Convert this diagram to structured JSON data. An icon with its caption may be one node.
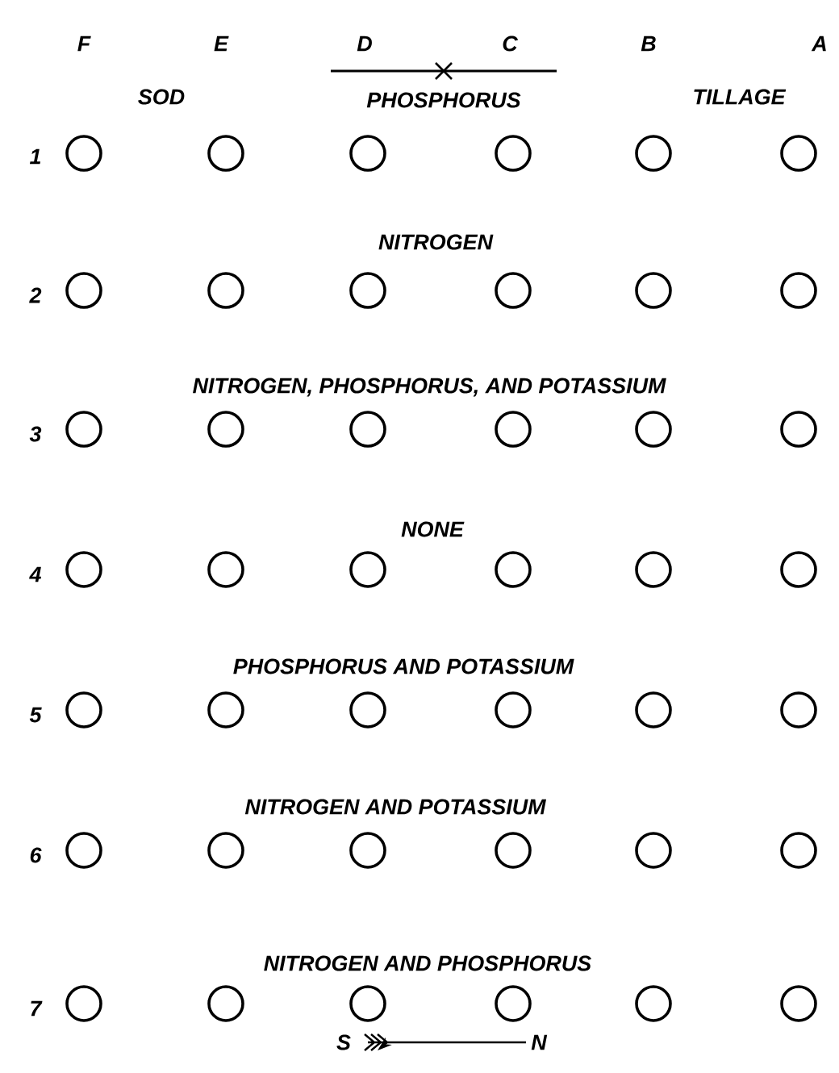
{
  "diagram": {
    "nodes": [
      {
        "text": [],
        "shape": "circle"
      },
      {
        "text": [],
        "shape": "circle"
      },
      {
        "text": [],
        "shape": "circle"
      },
      {
        "text": [],
        "shape": "circle"
      },
      {
        "text": [],
        "shape": "circle"
      },
      {
        "text": [],
        "shape": "circle"
      },
      {
        "text": [],
        "shape": "circle"
      },
      {
        "text": [],
        "shape": "circle"
      },
      {
        "text": [],
        "shape": "circle"
      },
      {
        "text": [],
        "shape": "circle"
      },
      {
        "text": [],
        "shape": "circle"
      },
      {
        "text": [],
        "shape": "circle"
      },
      {
        "text": [],
        "shape": "circle"
      },
      {
        "text": [],
        "shape": "circle"
      },
      {
        "text": [],
        "shape": "circle"
      },
      {
        "text": [],
        "shape": "circle"
      },
      {
        "text": [],
        "shape": "circle"
      },
      {
        "text": [],
        "shape": "circle"
      },
      {
        "text": [],
        "shape": "circle"
      },
      {
        "text": [],
        "shape": "circle"
      },
      {
        "text": [],
        "shape": "circle"
      },
      {
        "text": [],
        "shape": "circle"
      },
      {
        "text": [],
        "shape": "circle"
      },
      {
        "text": [],
        "shape": "circle"
      },
      {
        "text": [],
        "shape": "circle"
      },
      {
        "text": [],
        "shape": "circle"
      },
      {
        "text": [],
        "shape": "circle"
      },
      {
        "text": [],
        "shape": "circle"
      },
      {
        "text": [],
        "shape": "circle"
      },
      {
        "text": [],
        "shape": "circle"
      },
      {
        "text": [],
        "shape": "circle"
      },
      {
        "text": [],
        "shape": "circle"
      },
      {
        "text": [],
        "shape": "circle"
      },
      {
        "text": [],
        "shape": "circle"
      },
      {
        "text": [],
        "shape": "circle"
      },
      {
        "text": [],
        "shape": "circle"
      },
      {
        "text": [],
        "shape": "circle"
      },
      {
        "text": [],
        "shape": "circle"
      },
      {
        "text": [],
        "shape": "circle"
      },
      {
        "text": [],
        "shape": "circle"
      },
      {
        "text": [],
        "shape": "circle"
      },
      {
        "text": [],
        "shape": "circle"
      }
    ],
    "labels": [
      "F",
      "E",
      "D",
      "C",
      "B",
      "A",
      "SOD",
      "PHOSPHORUS",
      "TILLAGE",
      "1",
      "NITROGEN",
      "2",
      "NITROGEN, PHOSPHORUS, AND POTASSIUM",
      "3",
      "NONE",
      "4",
      "PHOSPHORUS AND POTASSIUM",
      "5",
      "NITROGEN AND POTASSIUM",
      "6",
      "NITROGEN AND PHOSPHORUS",
      "7",
      "S",
      "N"
    ]
  }
}
